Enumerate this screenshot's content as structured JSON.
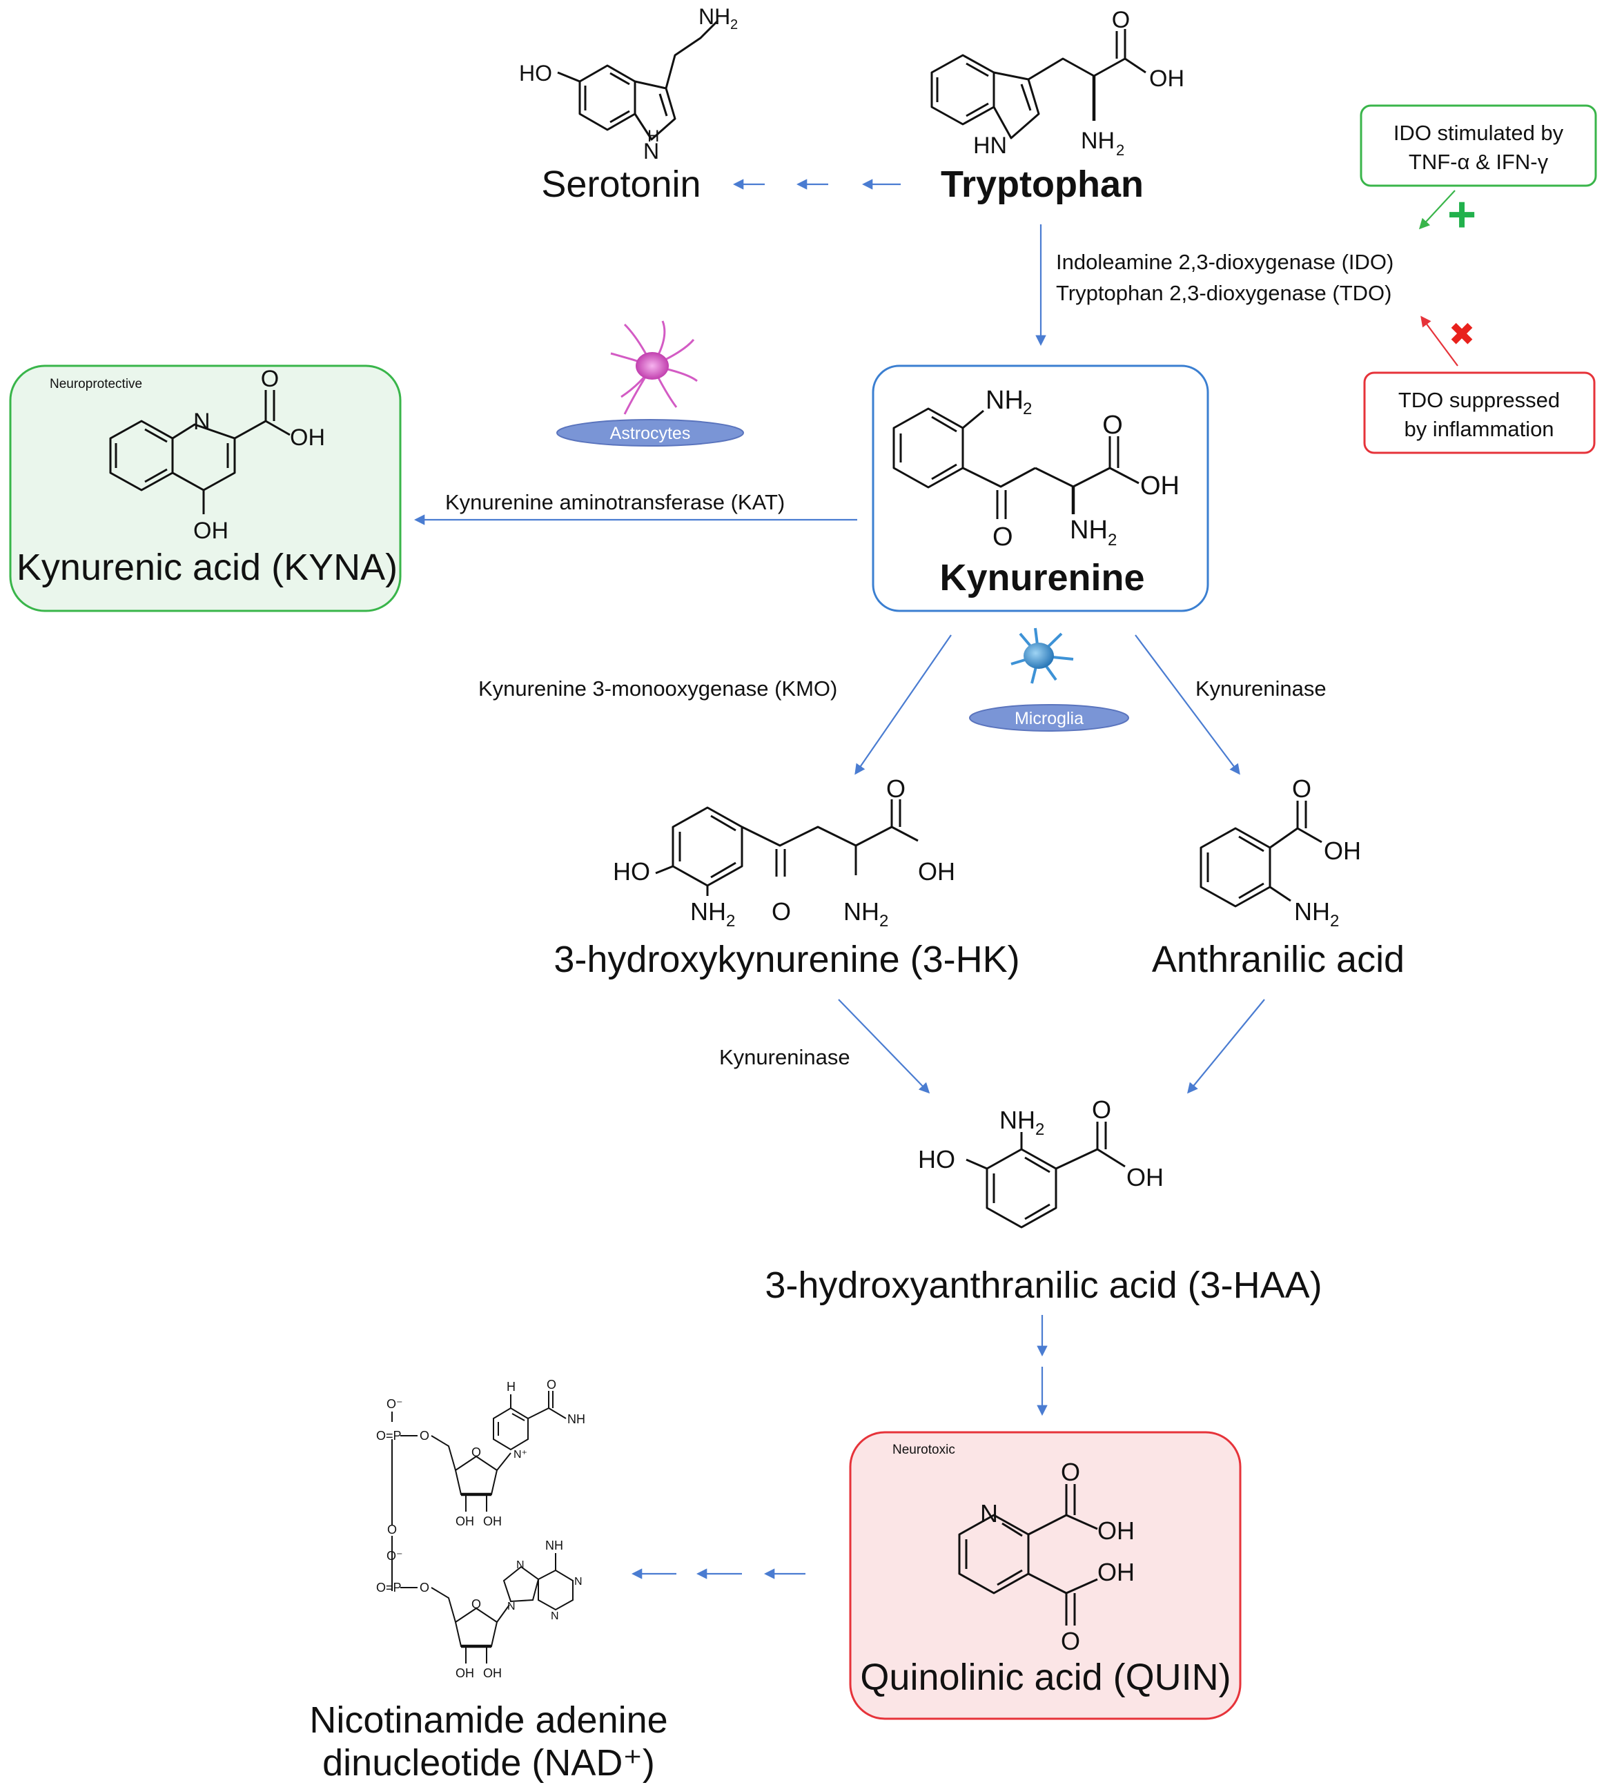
{
  "compounds": {
    "tryptophan": "Tryptophan",
    "serotonin": "Serotonin",
    "kynurenine": "Kynurenine",
    "kyna": "Kynurenic acid (KYNA)",
    "hk3": "3-hydroxykynurenine (3-HK)",
    "anthranilic": "Anthranilic acid",
    "haa3": "3-hydroxyanthranilic acid (3-HAA)",
    "quin": "Quinolinic acid (QUIN)",
    "nad_line1": "Nicotinamide adenine",
    "nad_line2": "dinucleotide (NAD⁺)"
  },
  "enzymes": {
    "ido": "Indoleamine 2,3-dioxygenase (IDO)",
    "tdo": "Tryptophan 2,3-dioxygenase (TDO)",
    "kat": "Kynurenine aminotransferase (KAT)",
    "kmo": "Kynurenine 3-monooxygenase (KMO)",
    "kynureninase_right": "Kynureninase",
    "kynureninase_left": "Kynureninase"
  },
  "regulation": {
    "ido_box_line1": "IDO stimulated by",
    "ido_box_line2": "TNF-α & IFN-γ",
    "tdo_box_line1": "TDO suppressed",
    "tdo_box_line2": "by inflammation",
    "plus_symbol": "+",
    "cross_symbol": "✖"
  },
  "tags": {
    "neuroprotective": "Neuroprotective",
    "neurotoxic": "Neurotoxic"
  },
  "cells": {
    "astrocytes": "Astrocytes",
    "microglia": "Microglia"
  },
  "atoms": {
    "nh2": "NH",
    "sub2": "2",
    "oh": "OH",
    "ho": "HO",
    "o": "O",
    "n": "N",
    "hn": "HN",
    "h": "H",
    "p": "P",
    "o_minus": "O⁻",
    "o_eq_p": "O=P",
    "n_plus": "N⁺"
  },
  "colors": {
    "arrow": "#4a7cd1",
    "green_border": "#39b54a",
    "green_fill": "#eaf6ec",
    "red_border": "#e6333a",
    "red_fill": "#fbe5e6",
    "blue_border": "#3b7fd1",
    "plus": "#22b14c",
    "cross": "#e8211c",
    "cell_ellipse": "#7a95d6"
  }
}
